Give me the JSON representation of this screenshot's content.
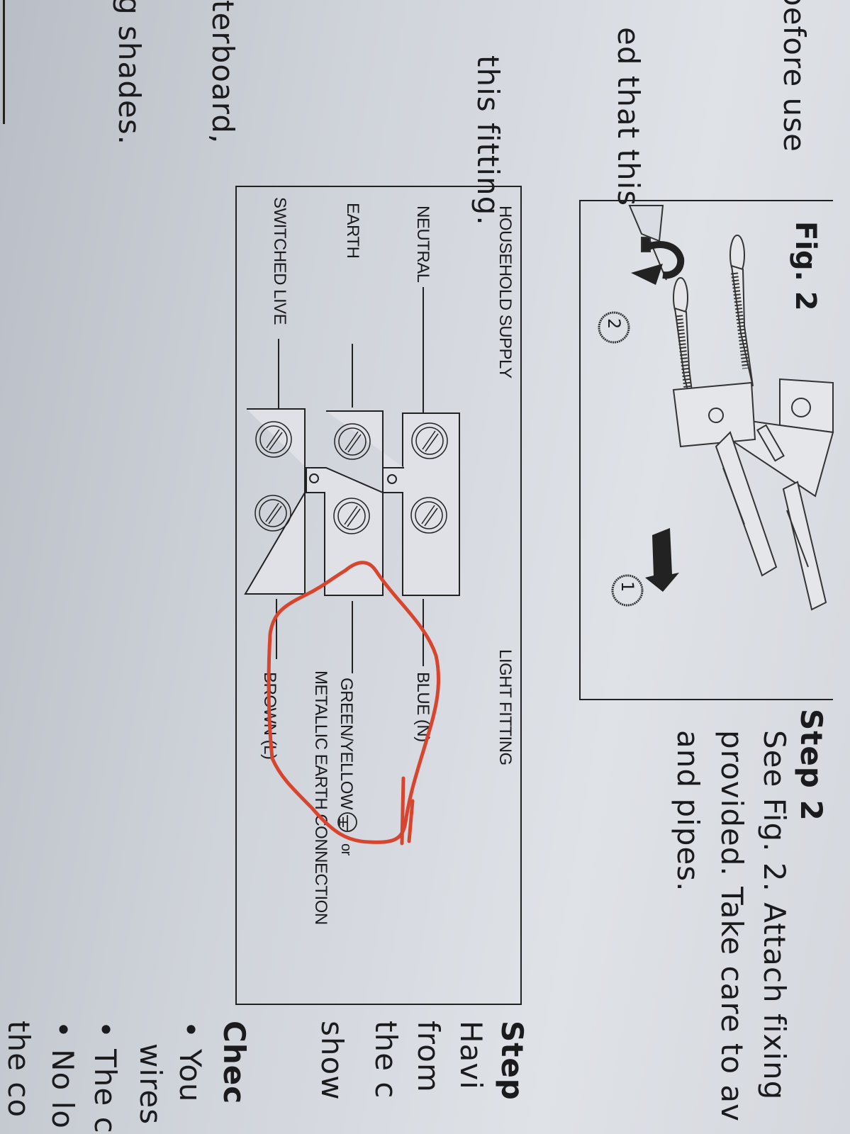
{
  "left_column": {
    "lines": [
      "before use",
      "ed that this",
      "this fitting.",
      "terboard,",
      "g shades."
    ]
  },
  "figure": {
    "title": "Fig. 2",
    "step_markers": [
      "1",
      "2"
    ]
  },
  "step2": {
    "heading": "Step 2",
    "lines": [
      "See Fig. 2. Attach fixing",
      "provided. Take care to av",
      "and pipes."
    ]
  },
  "step3": {
    "heading": "Step",
    "lines": [
      "Havi",
      "from",
      "the c",
      "show"
    ]
  },
  "checks": {
    "heading": "Chec",
    "lines": [
      "• You",
      "wires",
      "• The c",
      "• No lo",
      "the co"
    ]
  },
  "wiring": {
    "supply_heading": "HOUSEHOLD SUPPLY",
    "fitting_heading": "LIGHT FITTING",
    "supply": [
      "NEUTRAL",
      "EARTH",
      "SWITCHED LIVE"
    ],
    "fitting": {
      "neutral": "BLUE (N)",
      "earth_line1": "GREEN/YELLOW",
      "earth_or": "or",
      "earth_line2": "METALLIC EARTH CONNECTION",
      "live": "BROWN (L)"
    }
  },
  "colors": {
    "annotation": "#d8452f",
    "ink": "#1b1b1e"
  }
}
